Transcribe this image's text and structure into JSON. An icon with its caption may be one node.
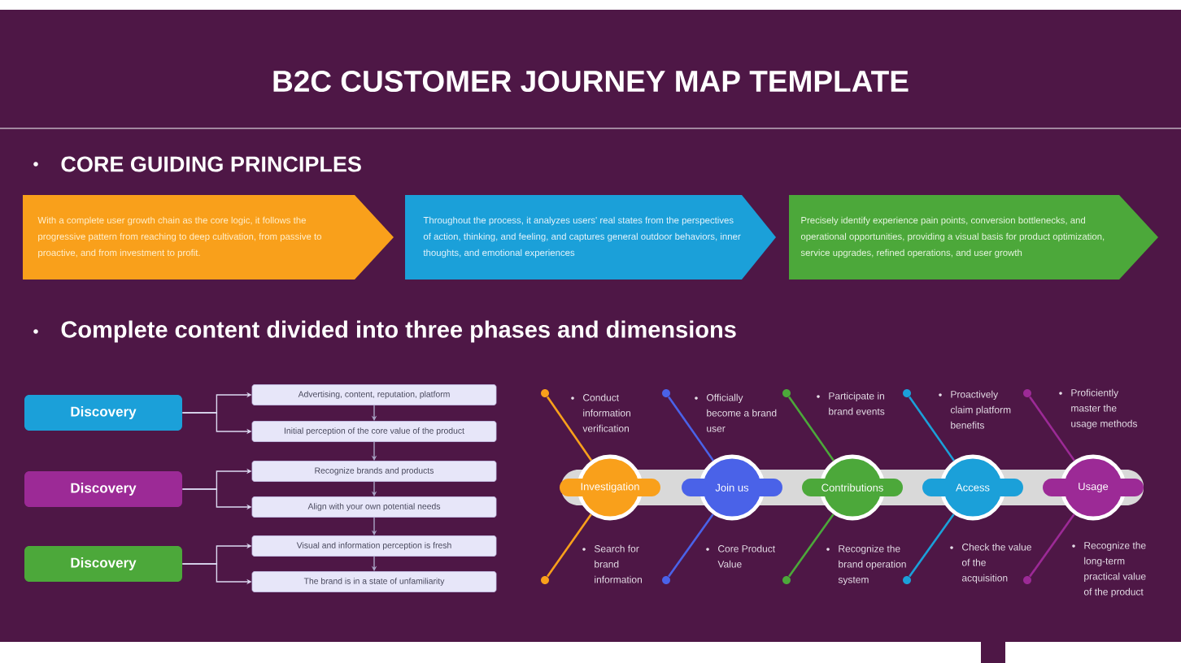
{
  "diagram": {
    "title": "B2C CUSTOMER JOURNEY MAP TEMPLATE",
    "nodes": [
      {
        "text": [
          "With a complete user growth chain as the core logic, it follows the progressive pattern from reaching to deep cultivation, from passive to proactive, and from investment to profit."
        ]
      },
      {
        "text": [
          "Throughout the process, it analyzes users' real states from the perspectives of action, thinking, and feeling, and captures general outdoor behaviors, inner thoughts, and emotional experiences"
        ]
      },
      {
        "text": [
          "Precisely identify experience pain points, conversion bottlenecks, and operational opportunities, providing a visual basis for product optimization, service upgrades, refined operations, and user growth"
        ]
      },
      {
        "text": [
          "Discovery"
        ]
      },
      {
        "text": [
          "Advertising, content, reputation, platform"
        ]
      },
      {
        "text": [
          "Initial perception of the core value of the product"
        ]
      },
      {
        "text": [
          "Discovery"
        ]
      },
      {
        "text": [
          "Recognize brands and products"
        ]
      },
      {
        "text": [
          "Align with your own potential needs"
        ]
      },
      {
        "text": [
          "Discovery"
        ]
      },
      {
        "text": [
          "Visual and information perception is fresh"
        ]
      },
      {
        "text": [
          "The brand is in a state of unfamiliarity"
        ]
      },
      {
        "text": [],
        "shape": "circle"
      },
      {
        "text": [
          "Investigation"
        ]
      },
      {
        "text": [],
        "shape": "circle"
      },
      {
        "text": [],
        "shape": "circle"
      },
      {
        "text": [
          "Join us"
        ]
      },
      {
        "text": [],
        "shape": "circle"
      },
      {
        "text": [],
        "shape": "circle"
      },
      {
        "text": [
          "Contributions"
        ]
      },
      {
        "text": [],
        "shape": "circle"
      },
      {
        "text": [],
        "shape": "circle"
      },
      {
        "text": [
          "Access"
        ]
      },
      {
        "text": [],
        "shape": "circle"
      },
      {
        "text": [],
        "shape": "circle"
      },
      {
        "text": [
          "Usage"
        ]
      },
      {
        "text": [],
        "shape": "circle"
      }
    ],
    "edges": [
      {
        "from": 3,
        "to": 4,
        "arrow": "to"
      },
      {
        "from": 3,
        "to": 5,
        "arrow": "to"
      },
      {
        "from": 4,
        "to": 5,
        "arrow": "to",
        "color": "#a9a5c6"
      },
      {
        "from": 5,
        "to": 7,
        "arrow": "to",
        "color": "#a9a5c6"
      },
      {
        "from": 6,
        "to": 7,
        "arrow": "to"
      },
      {
        "from": 6,
        "to": 8,
        "arrow": "to"
      },
      {
        "from": 7,
        "to": 8,
        "arrow": "to",
        "color": "#a9a5c6"
      },
      {
        "from": 8,
        "to": 10,
        "arrow": "to",
        "color": "#a9a5c6"
      },
      {
        "from": 9,
        "to": 10,
        "arrow": "to"
      },
      {
        "from": 9,
        "to": 11,
        "arrow": "to"
      },
      {
        "from": 10,
        "to": 11,
        "arrow": "to",
        "color": "#a9a5c6"
      },
      {
        "from": 12,
        "to": 13,
        "arrow": "none",
        "color": "#f9a01b"
      },
      {
        "from": 14,
        "to": 13,
        "arrow": "none",
        "color": "#f9a01b"
      },
      {
        "from": 15,
        "to": 16,
        "arrow": "none",
        "color": "#4a62e8"
      },
      {
        "from": 17,
        "to": 16,
        "arrow": "none",
        "color": "#4a62e8"
      },
      {
        "from": 18,
        "to": 19,
        "arrow": "none",
        "color": "#4ca83a"
      },
      {
        "from": 20,
        "to": 19,
        "arrow": "none",
        "color": "#4ca83a"
      },
      {
        "from": 21,
        "to": 22,
        "arrow": "none",
        "color": "#1ba0d9"
      },
      {
        "from": 23,
        "to": 22,
        "arrow": "none",
        "color": "#1ba0d9"
      },
      {
        "from": 24,
        "to": 25,
        "arrow": "none",
        "color": "#9c2a96"
      },
      {
        "from": 26,
        "to": 25,
        "arrow": "none",
        "color": "#9c2a96"
      }
    ],
    "labels": [
      "CORE GUIDING PRINCIPLES",
      "Complete content divided into three phases and dimensions",
      "Conduct information verification",
      "Officially become a brand user",
      "Participate in brand events",
      "Proactively claim platform benefits",
      "Proficiently master the usage methods",
      "Search for brand information",
      "Core Product Value",
      "Recognize the brand operation system",
      "Check the value of the acquisition",
      "Recognize the long-term practical value of the product"
    ]
  }
}
